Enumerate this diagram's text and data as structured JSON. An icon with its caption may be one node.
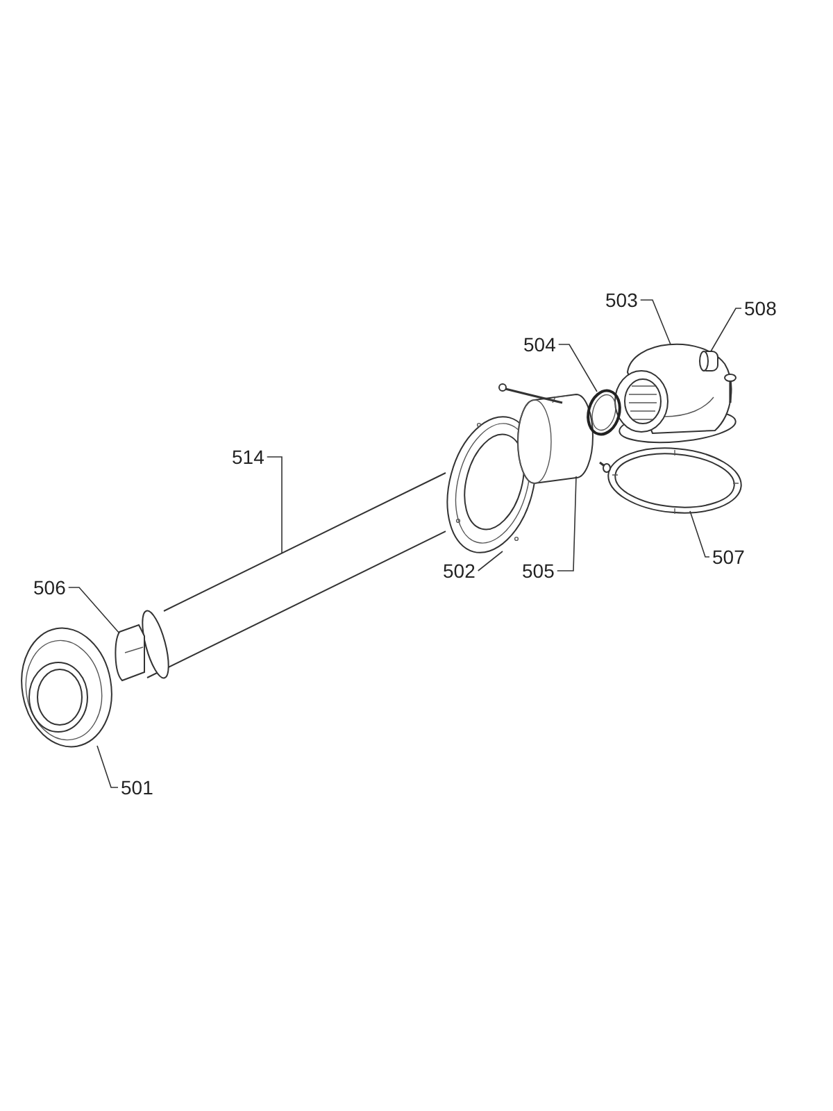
{
  "diagram": {
    "nodes": [
      {
        "text": [
          "503"
        ]
      },
      {
        "text": [
          "508"
        ]
      },
      {
        "text": [
          "504"
        ]
      },
      {
        "text": [
          "514"
        ]
      },
      {
        "text": [
          "502"
        ]
      },
      {
        "text": [
          "505"
        ]
      },
      {
        "text": [
          "507"
        ]
      },
      {
        "text": [
          "506"
        ]
      },
      {
        "text": [
          "501"
        ]
      },
      {
        "text": [],
        "shape": "picture"
      },
      {
        "text": [],
        "shape": "picture",
        "in": 9
      },
      {
        "text": [],
        "shape": "picture"
      },
      {
        "text": [],
        "shape": "picture"
      },
      {
        "text": [],
        "shape": "picture"
      },
      {
        "text": [],
        "shape": "picture"
      },
      {
        "text": [],
        "shape": "picture"
      },
      {
        "text": [],
        "shape": "picture"
      },
      {
        "text": [],
        "shape": "picture"
      }
    ],
    "edges": [
      {
        "from": 0,
        "to": 9,
        "arrow": "none"
      },
      {
        "from": 1,
        "to": 10,
        "arrow": "none"
      },
      {
        "from": 2,
        "to": 11,
        "arrow": "none"
      },
      {
        "from": 3,
        "to": 12,
        "arrow": "none"
      },
      {
        "from": 4,
        "to": 13,
        "arrow": "none"
      },
      {
        "from": 5,
        "to": 14,
        "arrow": "none"
      },
      {
        "from": 6,
        "to": 15,
        "arrow": "none"
      },
      {
        "from": 7,
        "to": 16,
        "arrow": "none"
      },
      {
        "from": 8,
        "to": 17,
        "arrow": "none"
      }
    ]
  }
}
